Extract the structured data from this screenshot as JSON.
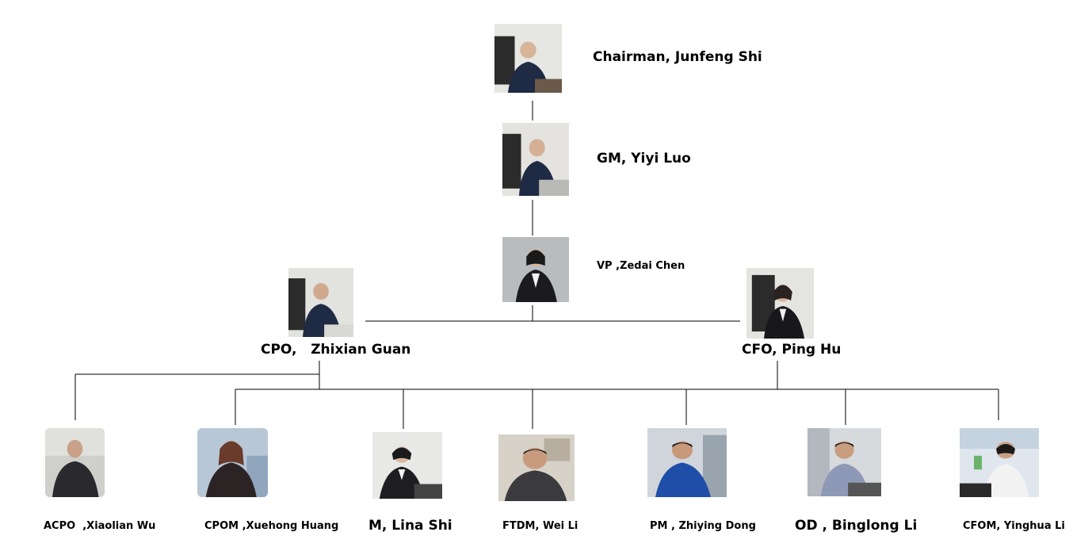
{
  "chart": {
    "nodes": {
      "chairman": {
        "label": "Chairman, Junfeng Shi"
      },
      "gm": {
        "label": "GM, Yiyi Luo"
      },
      "vp": {
        "label": "VP ,Zedai Chen"
      },
      "cpo": {
        "label": "CPO,   Zhixian Guan"
      },
      "cfo": {
        "label": "CFO, Ping Hu"
      },
      "acpo": {
        "label": "ACPO  ,Xiaolian Wu"
      },
      "cpom": {
        "label": "CPOM ,Xuehong Huang"
      },
      "m": {
        "label": "M, Lina Shi"
      },
      "ftdm": {
        "label": "FTDM, Wei Li"
      },
      "pm": {
        "label": "PM , Zhiying Dong"
      },
      "od": {
        "label": "OD , Binglong Li"
      },
      "cfom": {
        "label": "CFOM, Yinghua Li"
      }
    }
  },
  "colors": {
    "line": "#000000",
    "suit": "#1f2a44",
    "chair": "#2b2b2b"
  }
}
